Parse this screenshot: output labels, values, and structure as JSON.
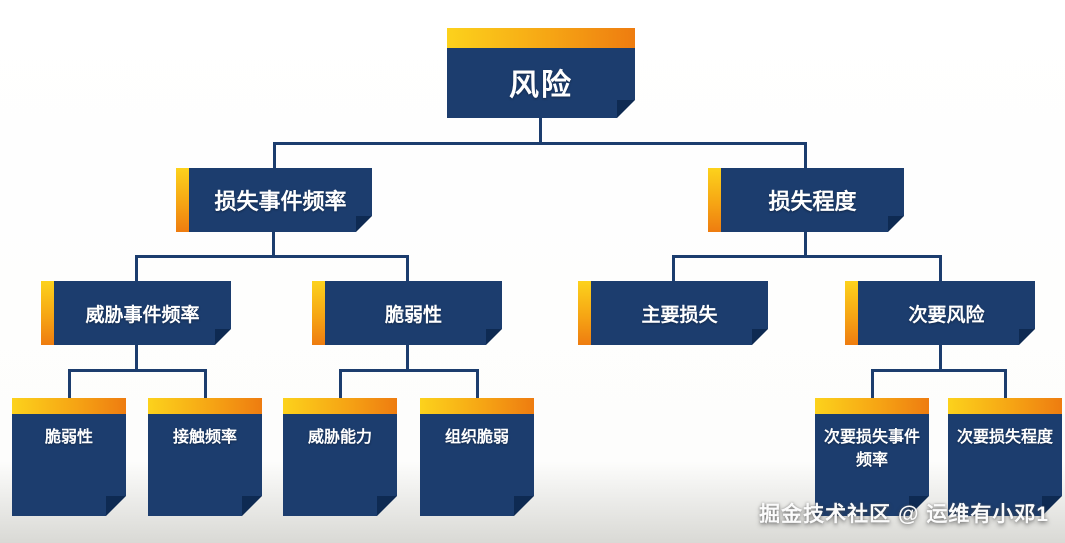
{
  "colors": {
    "node_blue": "#1c3d6e",
    "node_fold": "#0e2a52",
    "accent_yellow": "#fcd21c",
    "accent_orange": "#ee7c10",
    "connector": "#1c3d6e",
    "background": "#ffffff"
  },
  "tree": {
    "root": {
      "label": "风险",
      "children": [
        {
          "label": "损失事件频率",
          "children": [
            {
              "label": "威胁事件频率",
              "children": [
                {
                  "label": "脆弱性"
                },
                {
                  "label": "接触频率"
                }
              ]
            },
            {
              "label": "脆弱性",
              "children": [
                {
                  "label": "威胁能力"
                },
                {
                  "label": "组织脆弱"
                }
              ]
            }
          ]
        },
        {
          "label": "损失程度",
          "children": [
            {
              "label": "主要损失",
              "children": []
            },
            {
              "label": "次要风险",
              "children": [
                {
                  "label": "次要损失事件频率"
                },
                {
                  "label": "次要损失程度"
                }
              ]
            }
          ]
        }
      ]
    }
  },
  "watermark": {
    "text": "掘金技术社区 @ 运维有小邓1"
  }
}
